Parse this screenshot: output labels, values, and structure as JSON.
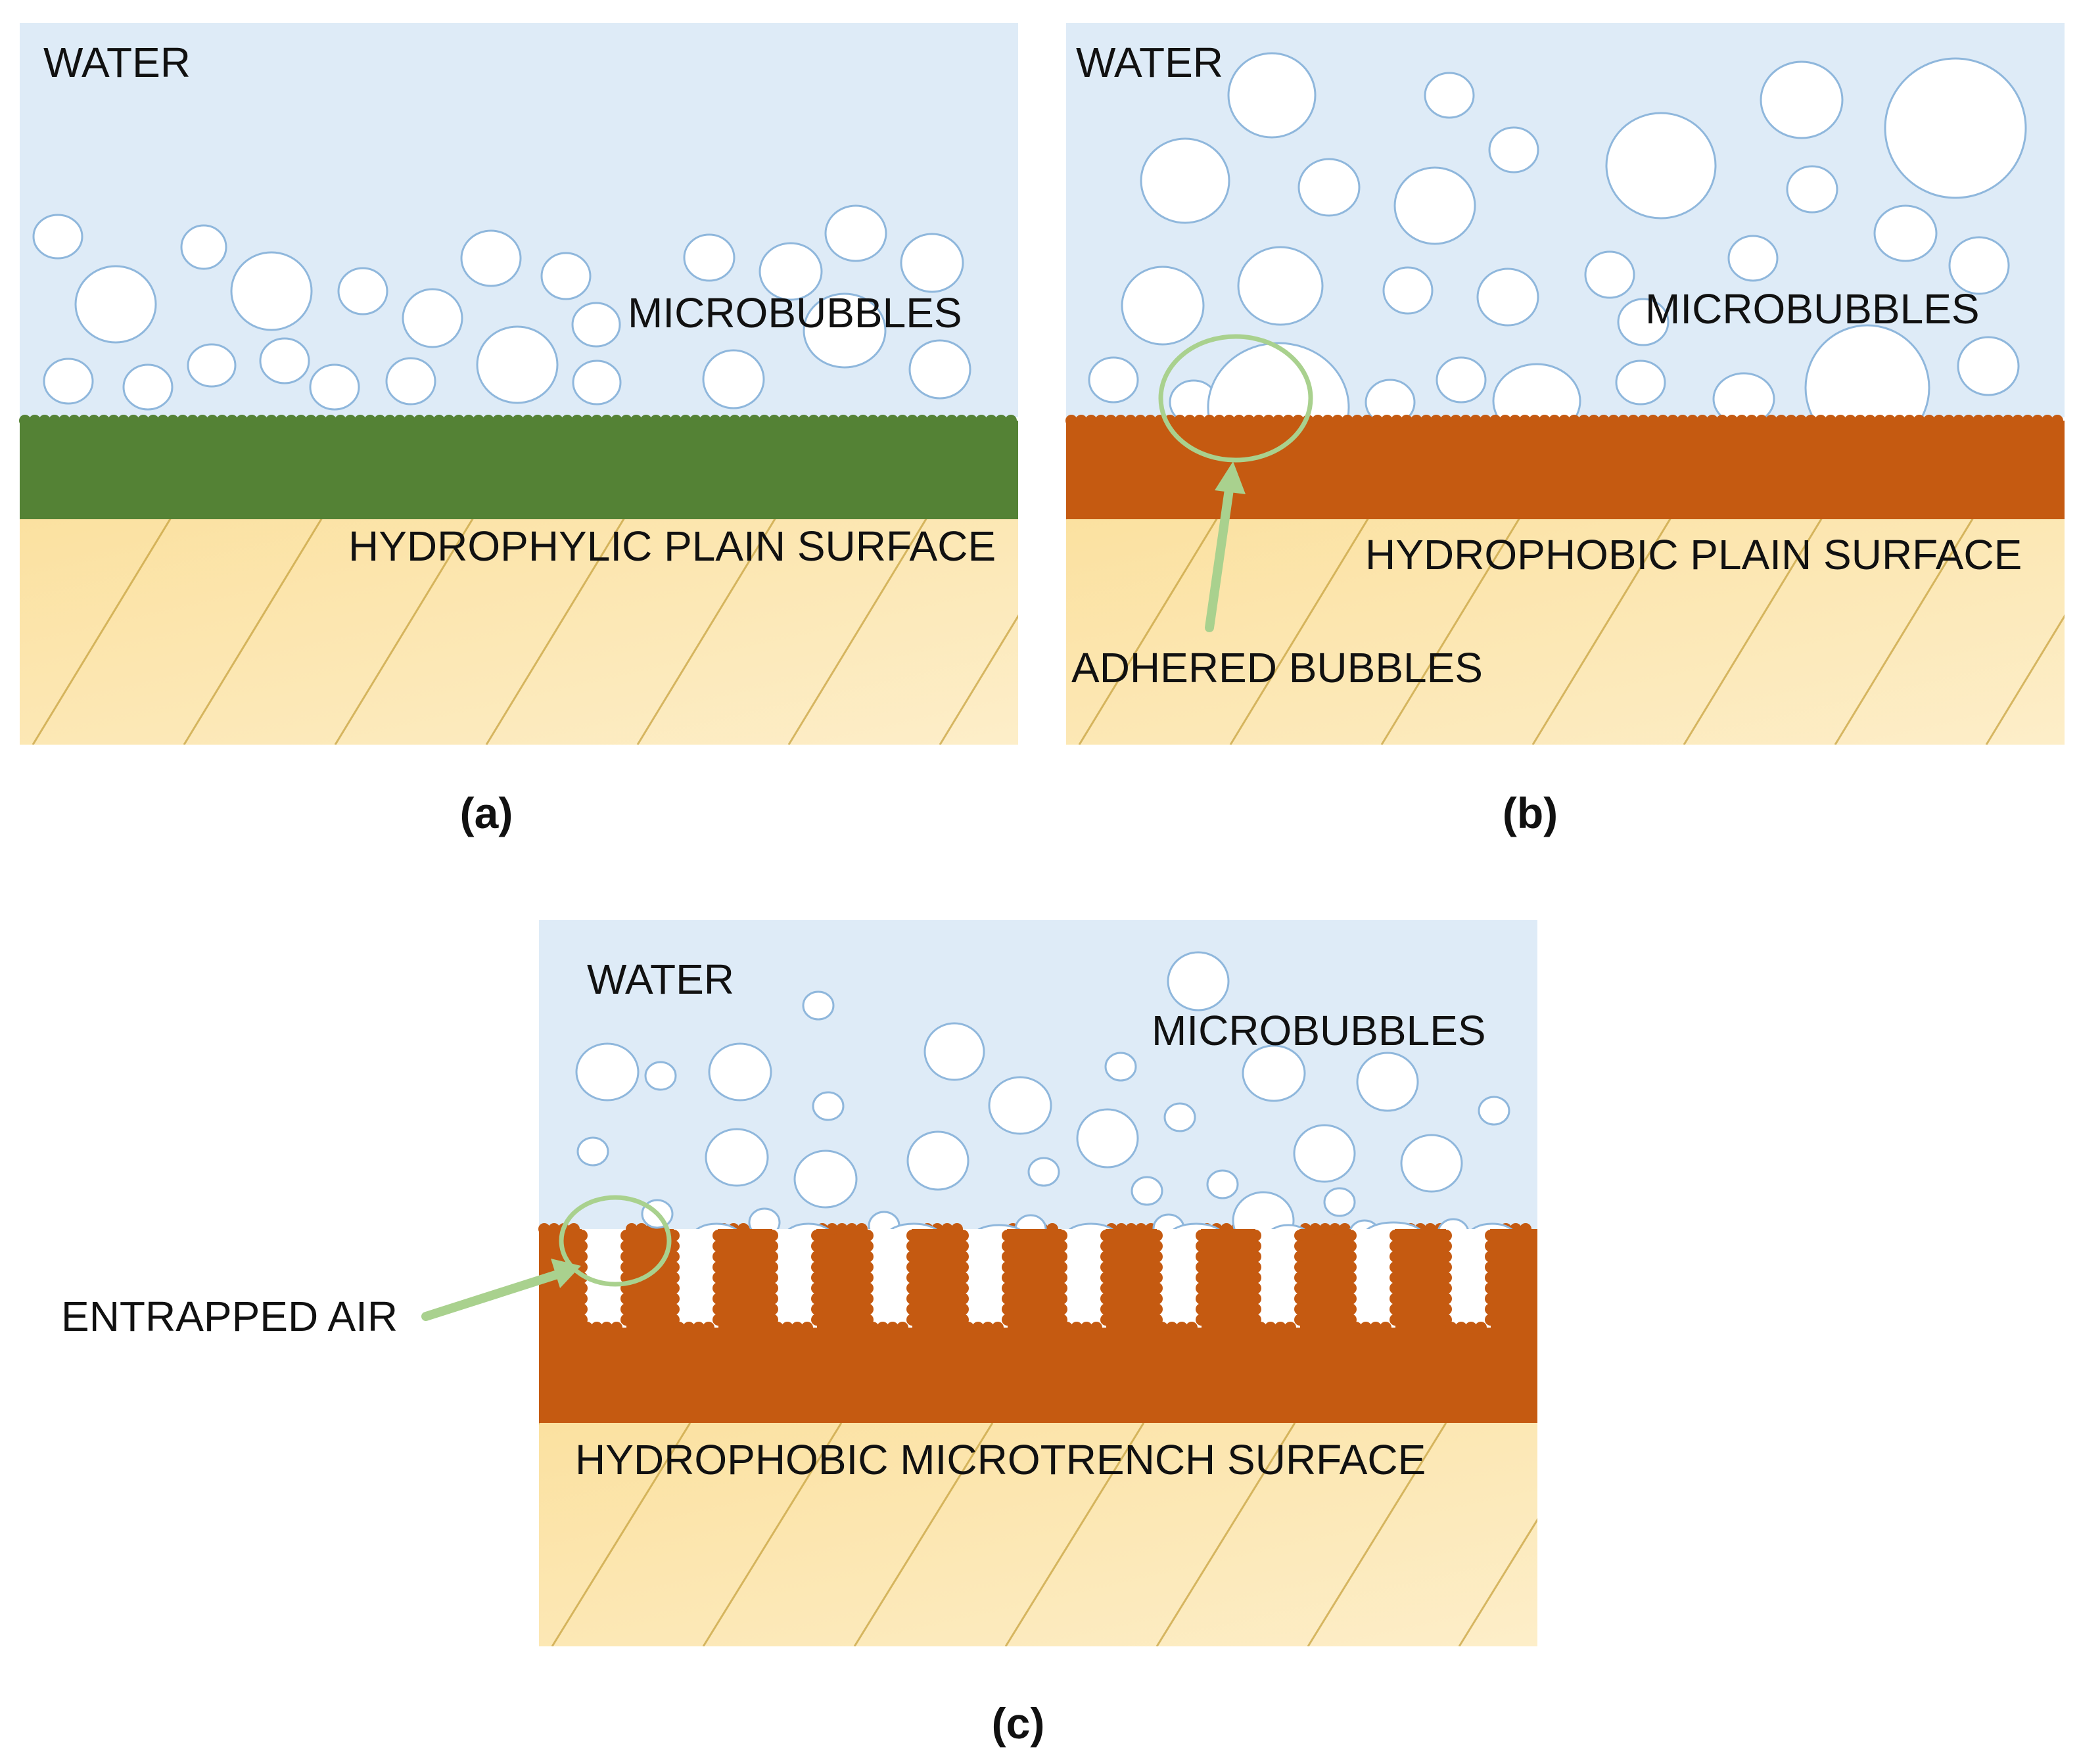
{
  "colors": {
    "water": "#deebf7",
    "bubble_fill": "#ffffff",
    "bubble_outline": "#8fb7dc",
    "hydrophilic_layer": "#548235",
    "hydrophobic_layer": "#c55a11",
    "substrate_light": "#fdeec9",
    "substrate_dark": "#fbe1a0",
    "hatch": "#c9a441",
    "annotation": "#a9d18e"
  },
  "panel_a": {
    "water_label": "WATER",
    "bubbles_label": "MICROBUBBLES",
    "surface_label": "HYDROPHYLIC PLAIN SURFACE",
    "caption": "(a)"
  },
  "panel_b": {
    "water_label": "WATER",
    "bubbles_label": "MICROBUBBLES",
    "surface_label": "HYDROPHOBIC PLAIN SURFACE",
    "annotation_label": "ADHERED BUBBLES",
    "caption": "(b)"
  },
  "panel_c": {
    "water_label": "WATER",
    "bubbles_label": "MICROBUBBLES",
    "surface_label": "HYDROPHOBIC MICROTRENCH SURFACE",
    "annotation_label": "ENTRAPPED AIR",
    "caption": "(c)"
  }
}
